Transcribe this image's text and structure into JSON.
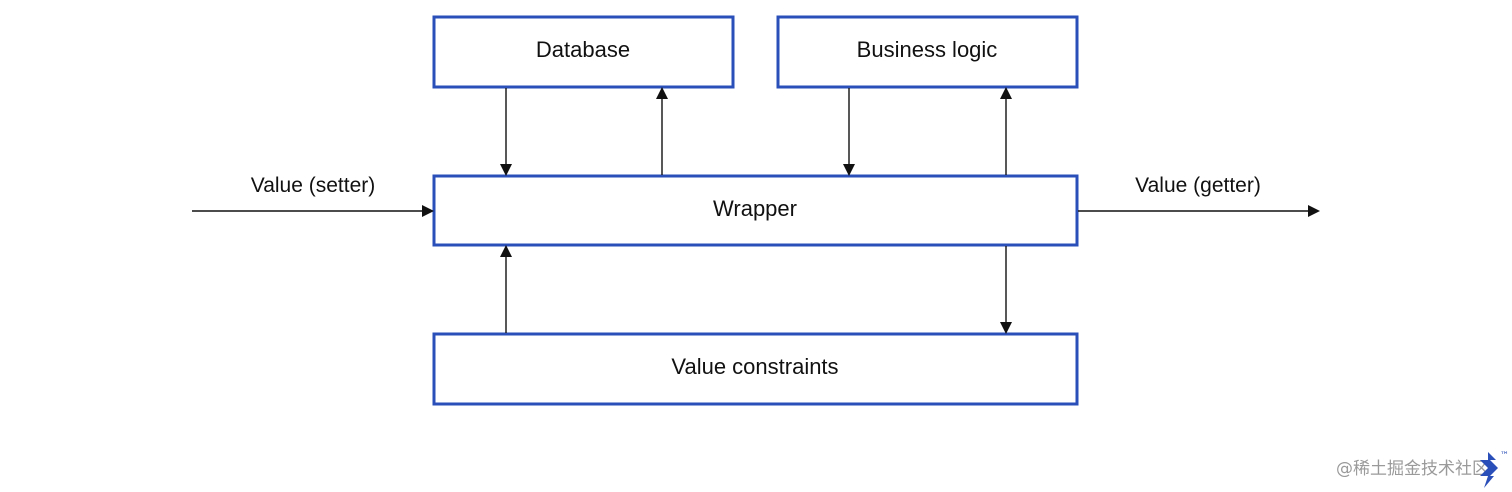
{
  "diagram": {
    "boxes": {
      "database": "Database",
      "business_logic": "Business logic",
      "wrapper": "Wrapper",
      "value_constraints": "Value constraints"
    },
    "flows": {
      "setter": "Value (setter)",
      "getter": "Value (getter)"
    },
    "colors": {
      "box_border": "#2a4fb8",
      "arrow": "#111111"
    }
  },
  "watermark": {
    "text": "@稀土掘金技术社区",
    "logo_mark": "™"
  }
}
